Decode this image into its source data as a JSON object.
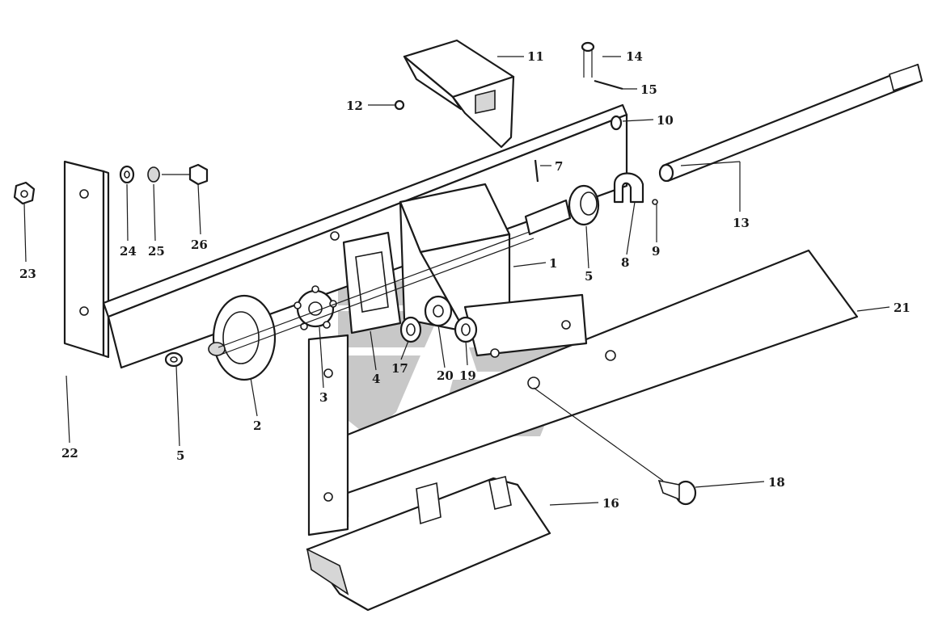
{
  "colors": {
    "line": "#1a1a1a",
    "watermark": "#9a9a9a"
  },
  "callouts": {
    "c1": "1",
    "c2": "2",
    "c3": "3",
    "c4": "4",
    "c5a": "5",
    "c5b": "5",
    "c7": "7",
    "c8": "8",
    "c9": "9",
    "c10": "10",
    "c11": "11",
    "c12": "12",
    "c13": "13",
    "c14": "14",
    "c15": "15",
    "c16": "16",
    "c17": "17",
    "c18": "18",
    "c19": "19",
    "c20": "20",
    "c21": "21",
    "c22": "22",
    "c23": "23",
    "c24": "24",
    "c25": "25",
    "c26": "26"
  }
}
